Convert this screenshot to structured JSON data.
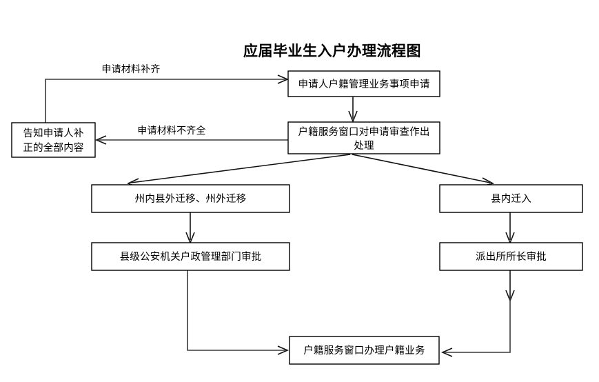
{
  "title": "应届毕业生入户办理流程图",
  "nodes": {
    "apply": {
      "label": "申请人户籍管理业务事项申请"
    },
    "review": {
      "label_line1": "户籍服务窗口对申请审查作出",
      "label_line2": "处理"
    },
    "notify": {
      "label_line1": "告知申请人补",
      "label_line2": "正的全部内容"
    },
    "move_out": {
      "label": "州内县外迁移、州外迁移"
    },
    "move_in": {
      "label": "县内迁入"
    },
    "county_approval": {
      "label": "县级公安机关户政管理部门审批"
    },
    "station_approval": {
      "label": "派出所所长审批"
    },
    "window_process": {
      "label": "户籍服务窗口办理户籍业务"
    }
  },
  "edges": {
    "materials_complete": {
      "label": "申请材料补齐"
    },
    "materials_incomplete": {
      "label": "申请材料不齐全"
    }
  },
  "colors": {
    "background": "#ffffff",
    "box_border": "#000000",
    "connector": "#3a3a3a",
    "text": "#000000"
  }
}
